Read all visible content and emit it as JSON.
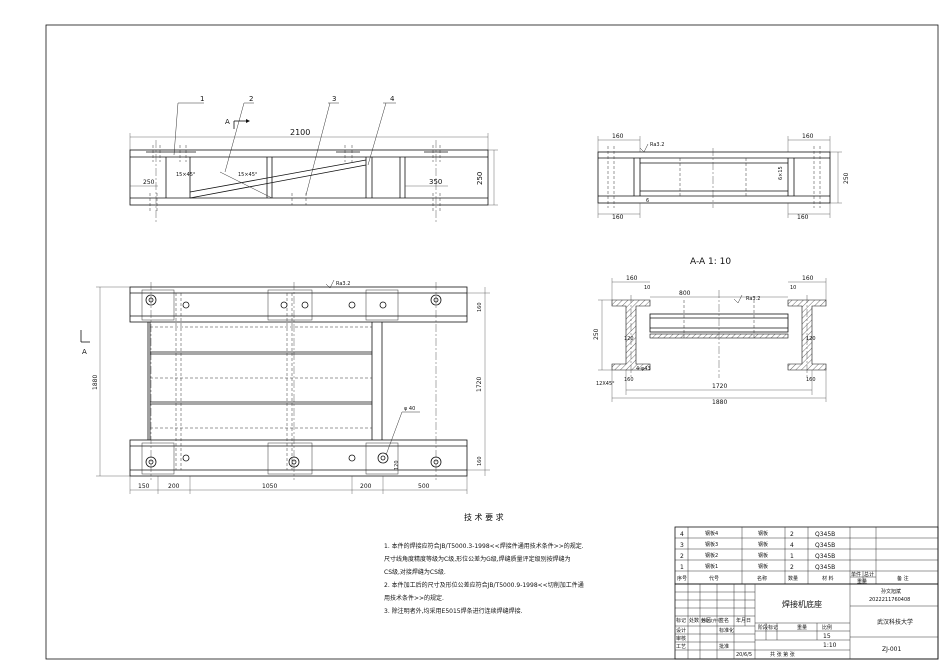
{
  "front_view": {
    "balloons": [
      "1",
      "2",
      "3",
      "4"
    ],
    "section_marker": "A",
    "dim_total_length": "2100",
    "dim_height": "250",
    "dim_left_offset": "250",
    "dim_right_offset": "350",
    "weld_note_1": "15×45°",
    "weld_note_2": "15×45°"
  },
  "side_view": {
    "dim_top_left": "160",
    "dim_top_right": "160",
    "dim_bottom_left": "160",
    "dim_bottom_right": "160",
    "dim_height": "250",
    "roughness": "Ra3.2",
    "weld_left": "6",
    "weld_right": "6×15"
  },
  "plan_view": {
    "section_marker": "A",
    "roughness": "Ra3.2",
    "dim_total_width": "1880",
    "dim_inner_width": "1720",
    "dim_end_top": "160",
    "dim_end_bottom": "160",
    "dim_bottom": [
      "150",
      "200",
      "1050",
      "200",
      "500"
    ],
    "hole_note": "φ 40",
    "dim_hole_offset": "120"
  },
  "section_view": {
    "title": "A-A 1: 10",
    "dim_top_left": "160",
    "dim_top_right": "160",
    "dim_small_left": "10",
    "dim_small_right": "10",
    "dim_span_top": "800",
    "roughness": "Ra3.2",
    "dim_height": "250",
    "dim_inner_left": "120",
    "dim_inner_right": "120",
    "dim_lower_left": "160",
    "dim_lower_right": "160",
    "dim_inner_span": "1720",
    "dim_total": "1880",
    "chamfer_note": "12X45°",
    "hole_note": "4-φ43"
  },
  "tech_requirements": {
    "heading": "技 术 要 求",
    "lines": [
      "1. 本件的焊接应符合JB/T5000.3-1998<<焊接件通用技术条件>>的规定.",
      "   尺寸线角度精度等级为C级,形位公差为G级,焊缝质量评定级别按焊缝为",
      "   CS级,对接焊缝为CS级.",
      "2. 本件加工后的尺寸及形位公差应符合JB/T5000.9-1998<<切削加工件通",
      "   用技术条件>>的规定.",
      "3. 除注明者外,均采用E5015焊条进行连续焊缝焊接."
    ]
  },
  "bom": {
    "rows": [
      {
        "no": "4",
        "code": "钢板4",
        "name": "钢板",
        "qty": "2",
        "material": "Q345B"
      },
      {
        "no": "3",
        "code": "钢板3",
        "name": "钢板",
        "qty": "4",
        "material": "Q345B"
      },
      {
        "no": "2",
        "code": "钢板2",
        "name": "钢板",
        "qty": "1",
        "material": "Q345B"
      },
      {
        "no": "1",
        "code": "钢板1",
        "name": "钢板",
        "qty": "2",
        "material": "Q345B"
      }
    ],
    "header": {
      "no": "序号",
      "code": "代号",
      "name": "名称",
      "qty": "数量",
      "material": "材 料",
      "weight_single": "单件",
      "weight_total": "总计",
      "weight": "重量",
      "remark": "备 注"
    }
  },
  "title_block": {
    "drawing_name": "焊接机底座",
    "author_name": "孙文旭斌",
    "student_id": "2022211760408",
    "university": "武汉科技大学",
    "drawing_no": "ZJ-001",
    "scale": "1:10",
    "quantity": "15",
    "label_design": "标记",
    "label_count": "处数",
    "label_zone": "分区",
    "label_change_doc": "更改文件号",
    "label_sign": "签名",
    "label_date": "年月日",
    "label_design_role": "设计",
    "label_standardize": "标准化",
    "label_check": "审核",
    "label_craft": "工艺",
    "label_approve": "批准",
    "label_stage_mark": "阶段标记",
    "label_weight": "重量",
    "label_scale": "比例",
    "label_sheets": "共 张 第 张",
    "date": "20/6/5"
  }
}
